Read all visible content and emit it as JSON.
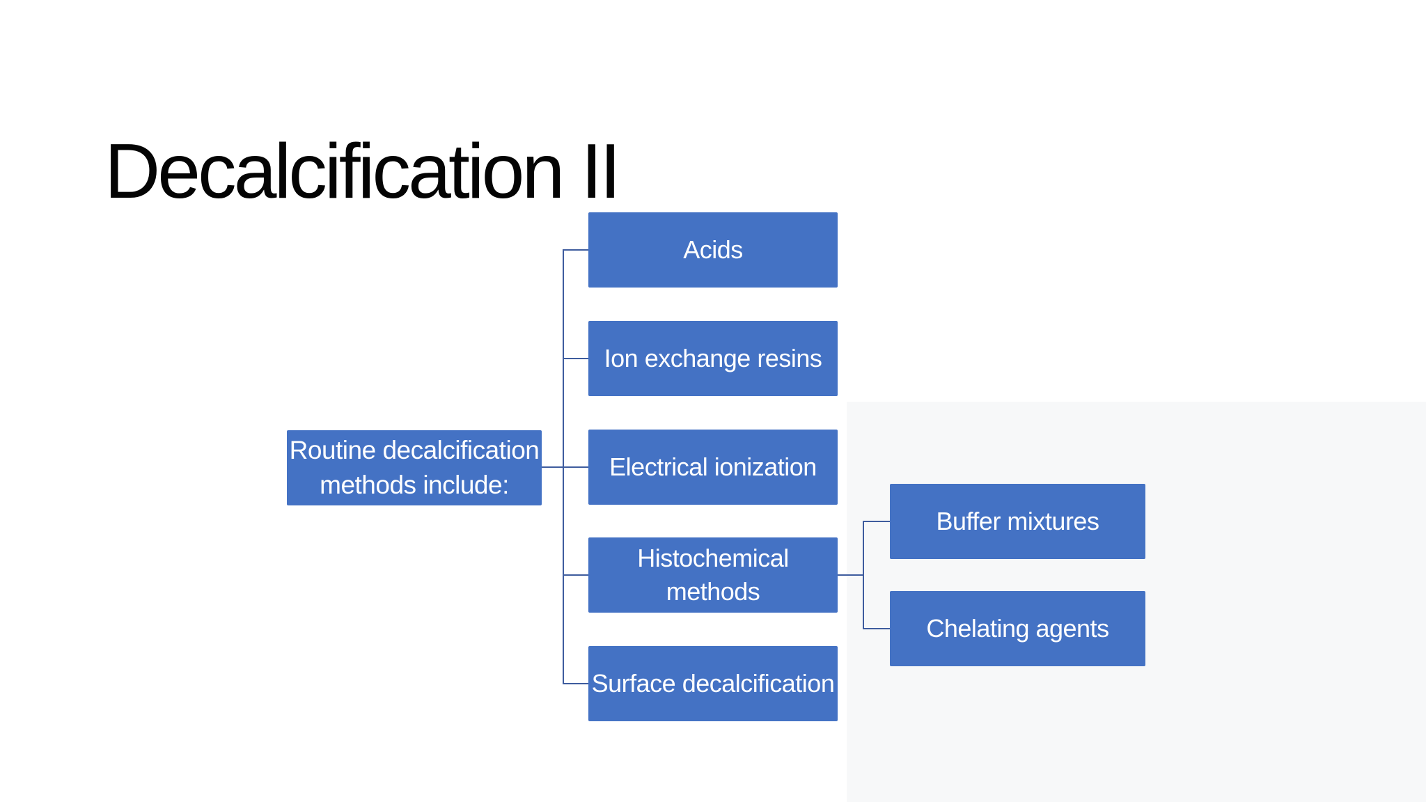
{
  "slide": {
    "title": "Decalcification II",
    "background_color": "#ffffff",
    "panel_color": "#f7f8f9",
    "title_color": "#040404"
  },
  "diagram": {
    "box_fill": "#4472c4",
    "box_text_color": "#ffffff",
    "connector_color": "#3e5c9e",
    "root_label": "Routine decalcification methods include:",
    "children": [
      "Acids",
      "Ion exchange resins",
      "Electrical ionization",
      "Histochemical methods",
      "Surface decalcification"
    ],
    "grandchildren": [
      "Buffer mixtures",
      "Chelating agents"
    ]
  }
}
